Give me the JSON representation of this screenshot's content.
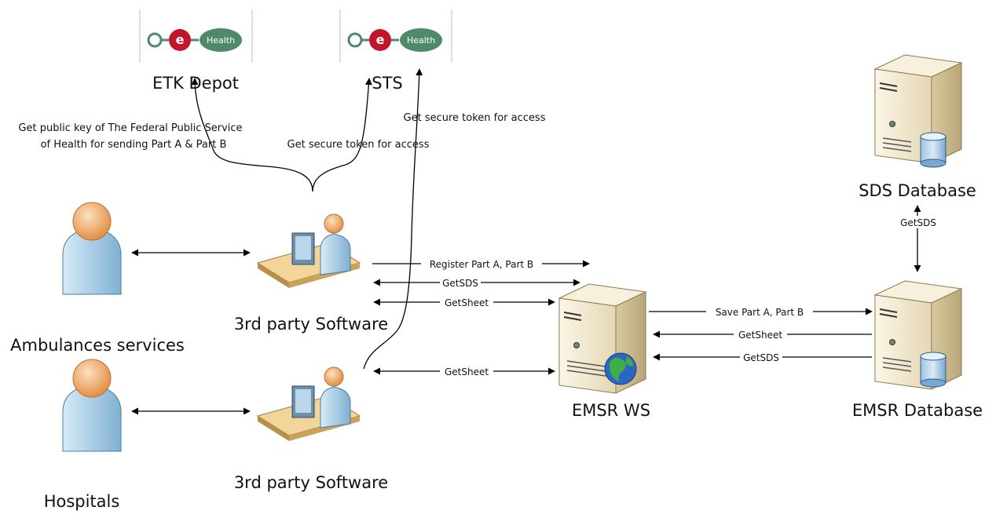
{
  "logos": {
    "ehealth_letter": "e",
    "ehealth_word": "Health"
  },
  "nodes": {
    "etk_depot": "ETK Depot",
    "sts": "STS",
    "ambulances": "Ambulances services",
    "hospitals": "Hospitals",
    "software_top": "3rd party Software",
    "software_bottom": "3rd party Software",
    "emsr_ws": "EMSR WS",
    "emsr_db": "EMSR Database",
    "sds_db": "SDS Database"
  },
  "edges": {
    "etk_line1": "Get public key of The Federal Public Service",
    "etk_line2": "of Health for sending Part A & Part B",
    "sts_top": "Get secure token for access",
    "sts_bottom": "Get secure token for access",
    "register": "Register Part A, Part B",
    "getsds_top": "GetSDS",
    "getsheet_top": "GetSheet",
    "getsheet_bottom": "GetSheet",
    "save": "Save Part A, Part B",
    "getsheet_db": "GetSheet",
    "getsds_db": "GetSDS",
    "getsds_vertical": "GetSDS"
  },
  "colors": {
    "ehealth_green": "#4e8a6a",
    "ehealth_red": "#c0152a",
    "server_body": "#efe6cf",
    "person_blue": "#a9cde6",
    "person_head": "#f2a45c"
  }
}
